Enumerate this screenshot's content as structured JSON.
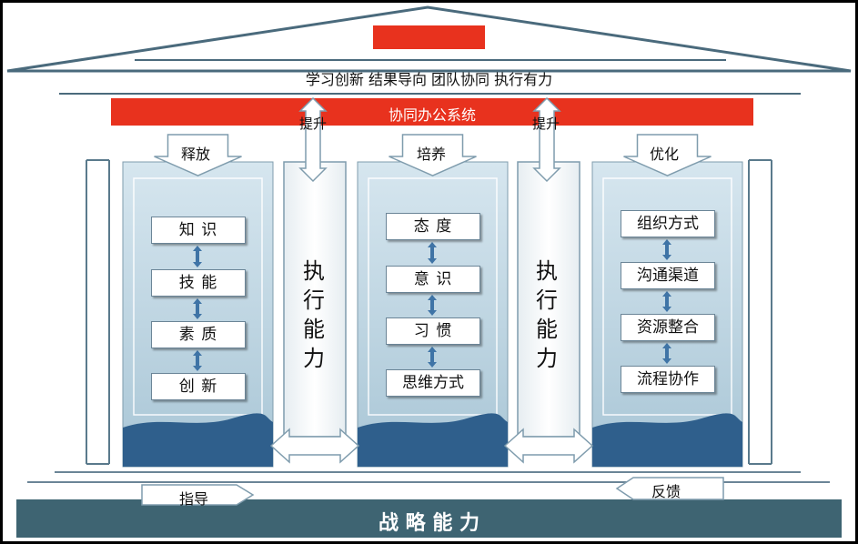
{
  "roof": {
    "motto": "学习创新  结果导向  团队协同  执行有力",
    "banner": "协同办公系统",
    "accent_color": "#e8321e"
  },
  "lift_labels": [
    "提升",
    "提升"
  ],
  "pillars": [
    {
      "arrow_label": "释放",
      "items": [
        "知 识",
        "技 能",
        "素 质",
        "创 新"
      ]
    },
    {
      "arrow_label": "培养",
      "items": [
        "态 度",
        "意 识",
        "习 惯",
        "思维方式"
      ]
    },
    {
      "arrow_label": "优化",
      "items": [
        "组织方式",
        "沟通渠道",
        "资源整合",
        "流程协作"
      ]
    }
  ],
  "connectors": [
    "执行能力",
    "执行能力"
  ],
  "base": {
    "guide_label": "指导",
    "feedback_label": "反馈",
    "foundation_label": "战 略 能 力",
    "foundation_color": "#3e6472"
  }
}
